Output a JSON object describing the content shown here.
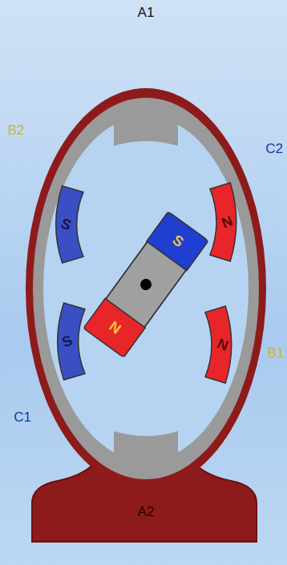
{
  "diagram": {
    "nodes": [
      {
        "text": [
          "S"
        ]
      },
      {
        "text": [
          "N"
        ]
      },
      {
        "text": [
          "S"
        ]
      },
      {
        "text": [
          "N"
        ]
      },
      {
        "text": [
          "S"
        ]
      },
      {
        "text": [
          "N"
        ]
      },
      {
        "text": [
          "A2"
        ]
      }
    ],
    "labels": [
      "A1",
      "B2",
      "C2",
      "C1",
      "B1"
    ]
  }
}
